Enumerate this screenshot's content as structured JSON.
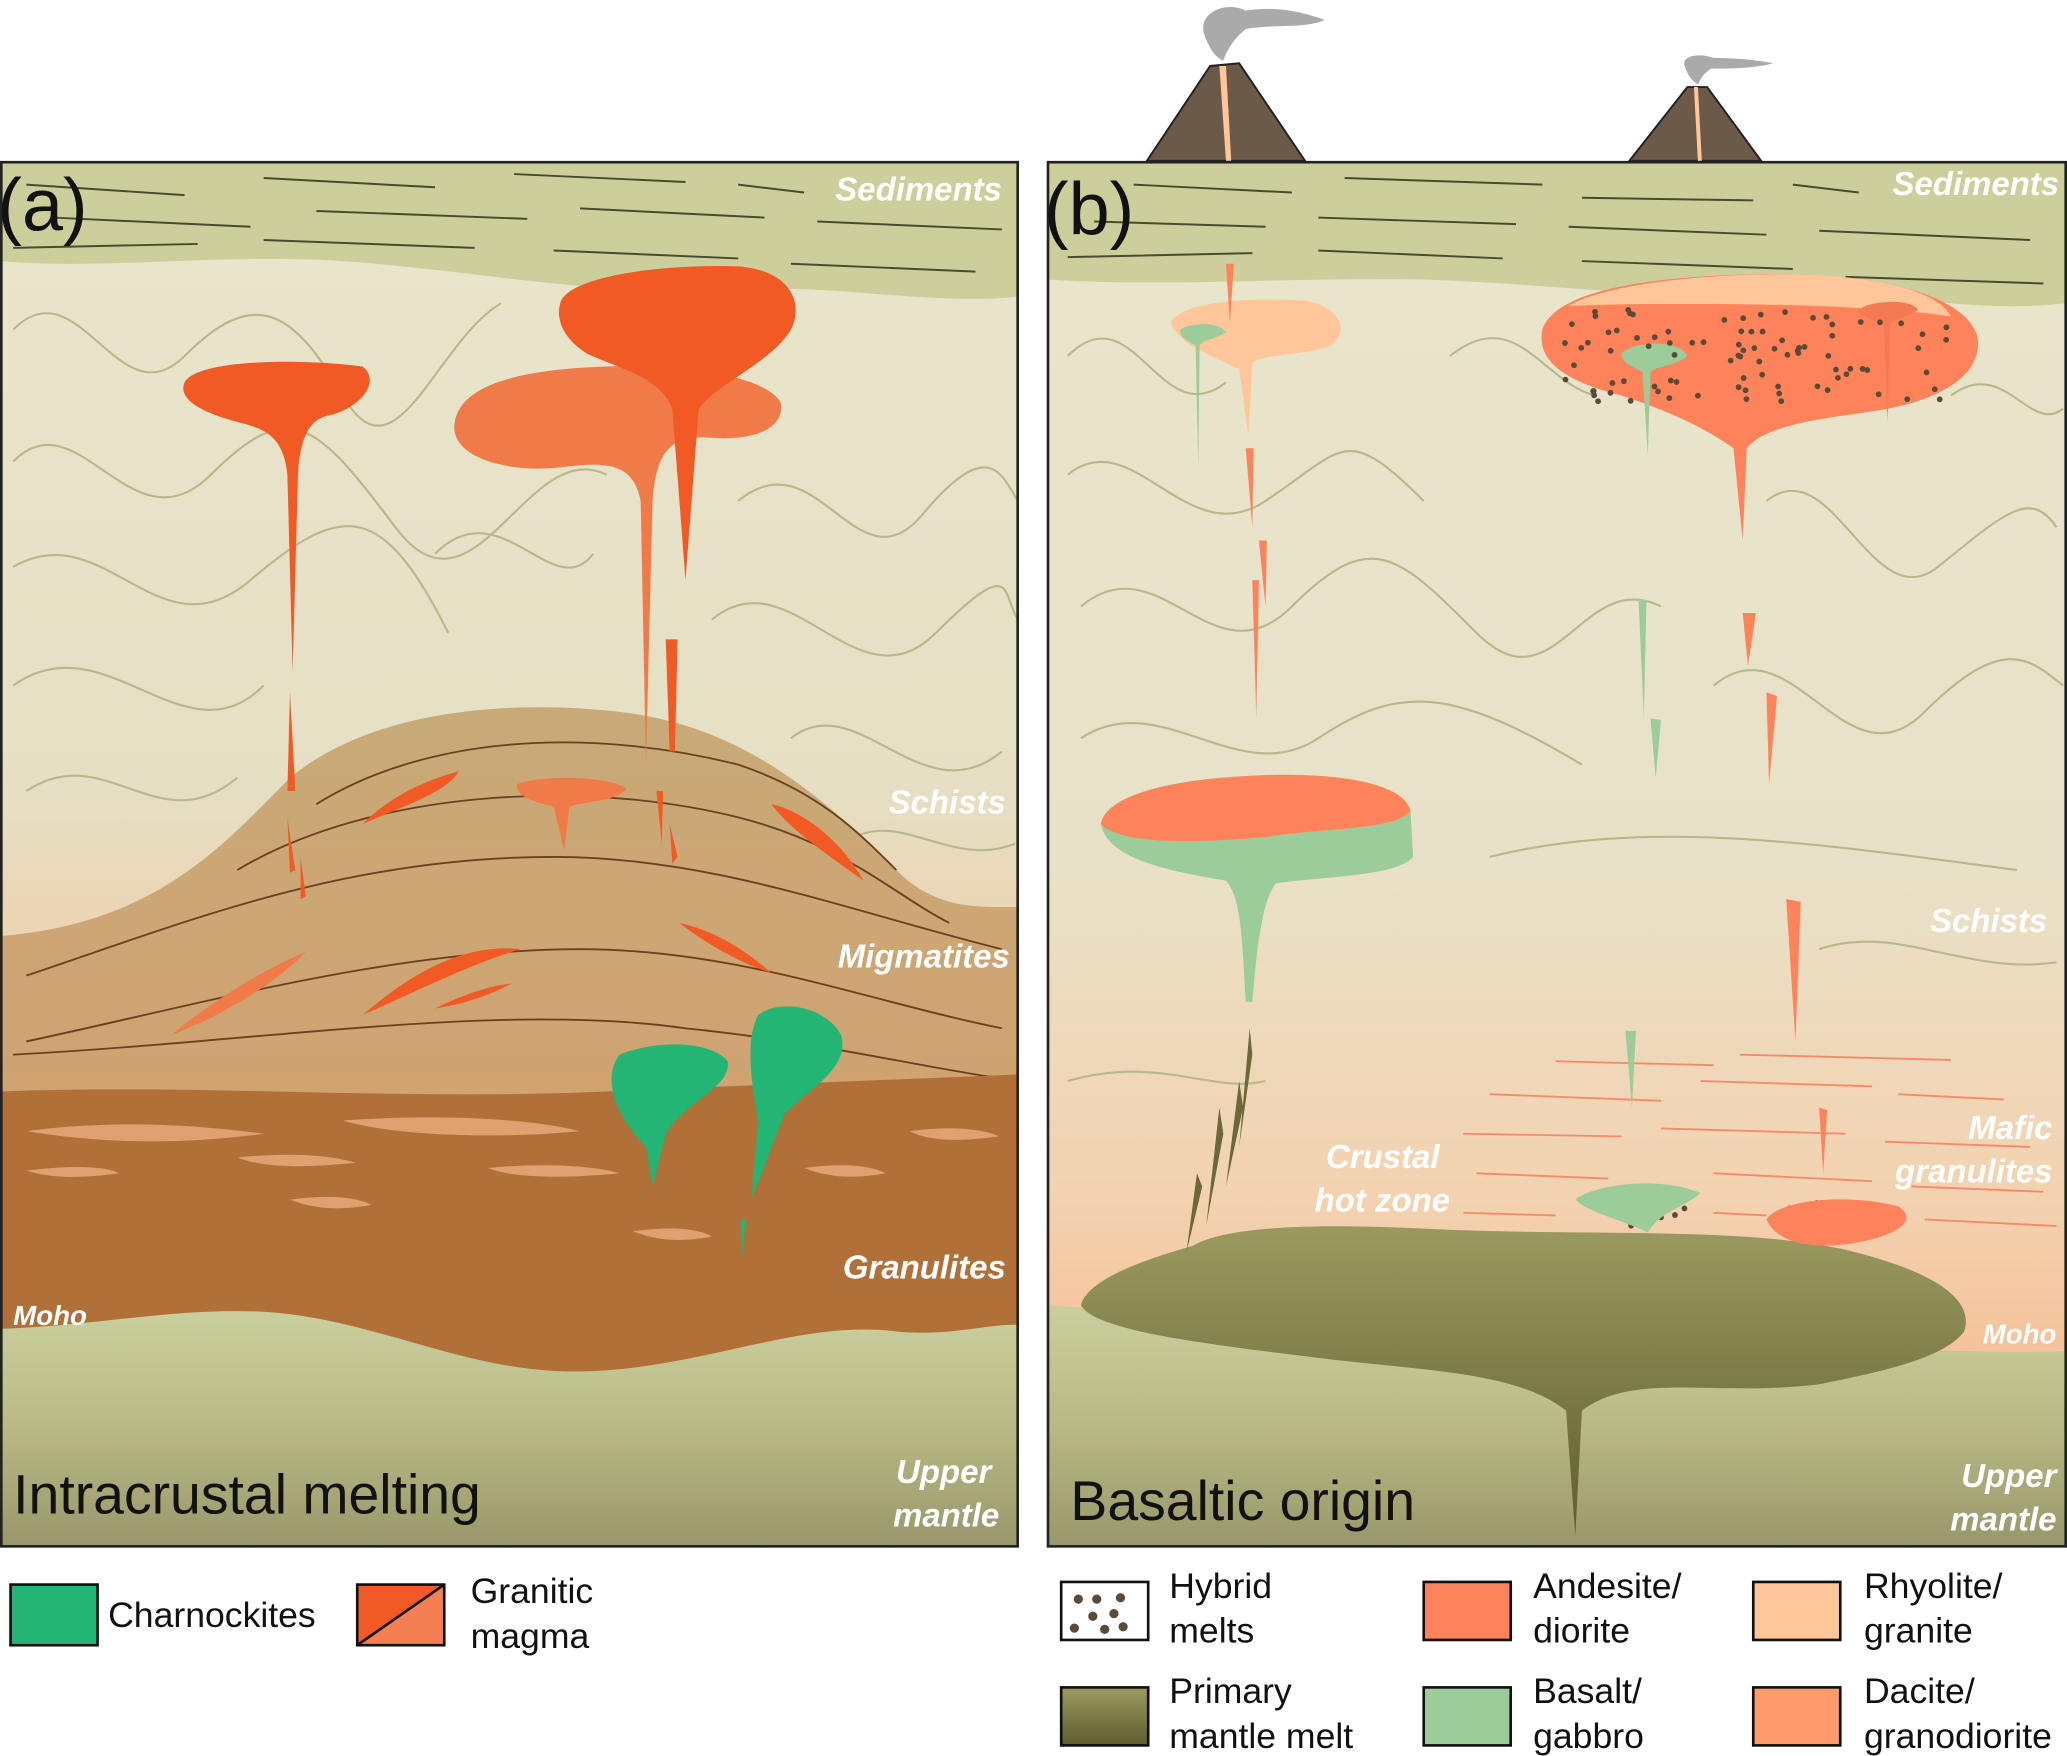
{
  "panel_a": {
    "letter": "(a)",
    "title": "Intracrustal melting",
    "labels": {
      "sediments": "Sediments",
      "schists": "Schists",
      "migmatites": "Migmatites",
      "granulites": "Granulites",
      "moho": "Moho",
      "upper_mantle_1": "Upper",
      "upper_mantle_2": "mantle"
    }
  },
  "panel_b": {
    "letter": "(b)",
    "title": "Basaltic origin",
    "labels": {
      "sediments": "Sediments",
      "schists": "Schists",
      "mafic_1": "Mafic",
      "mafic_2": "granulites",
      "hot_1": "Crustal",
      "hot_2": "hot zone",
      "moho": "Moho",
      "upper_mantle_1": "Upper",
      "upper_mantle_2": "mantle"
    }
  },
  "legend_a": [
    {
      "line1": "Charnockites",
      "line2": "",
      "color": "#22b574"
    },
    {
      "line1": "Granitic",
      "line2": "magma",
      "color": "#f15a24",
      "color2": "#f47f52"
    }
  ],
  "legend_b": [
    {
      "line1": "Hybrid",
      "line2": "melts",
      "color": "#ffffff"
    },
    {
      "line1": "Andesite/",
      "line2": "diorite",
      "color": "#ff835a"
    },
    {
      "line1": "Rhyolite/",
      "line2": "granite",
      "color": "#ffc699"
    },
    {
      "line1": "Primary",
      "line2": "mantle melt",
      "color": "#6a6a38"
    },
    {
      "line1": "Basalt/",
      "line2": "gabbro",
      "color": "#9ccc99"
    },
    {
      "line1": "Dacite/",
      "line2": "granodiorite",
      "color": "#ff9a6a"
    }
  ]
}
